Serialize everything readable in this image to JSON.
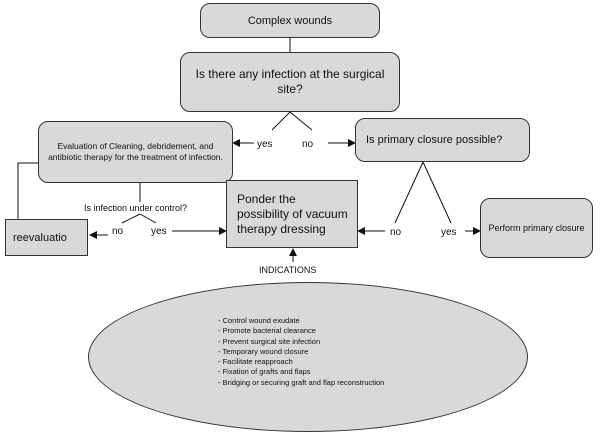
{
  "nodes": {
    "complex_wounds": "Complex wounds",
    "infection_question": "Is there any infection at the surgical site?",
    "evaluation": "Evaluation of Cleaning, debridement, and antibiotic therapy for the treatment of infection.",
    "primary_closure_question": "Is primary closure possible?",
    "infection_control_question": "Is infection under control?",
    "reevaluation": "reevaluatio",
    "vacuum": "Ponder the possibility of vacuum therapy dressing",
    "perform_closure": "Perform primary closure"
  },
  "branch_labels": {
    "infection_yes": "yes",
    "infection_no": "no",
    "control_no": "no",
    "control_yes": "yes",
    "closure_no": "no",
    "closure_yes": "yes"
  },
  "indications": {
    "title": "INDICATIONS",
    "items": [
      "- Control wound exudate",
      "- Promote bacterial clearance",
      "- Prevent surgical site infection",
      "- Temporary wound closure",
      "- Facilitate reapproach",
      "- Fixation of grafts and flaps",
      "- Bridging or securing graft and flap reconstruction"
    ]
  }
}
